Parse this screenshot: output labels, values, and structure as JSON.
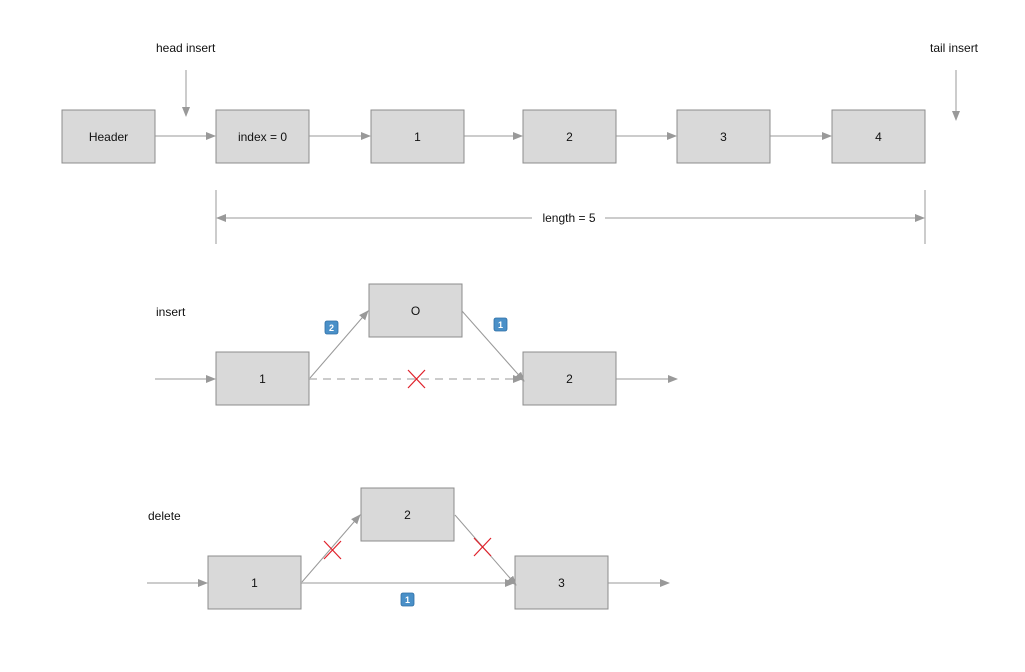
{
  "top": {
    "head_insert_label": "head insert",
    "tail_insert_label": "tail insert",
    "nodes": [
      "Header",
      "index = 0",
      "1",
      "2",
      "3",
      "4"
    ],
    "length_label": "length = 5"
  },
  "insert": {
    "label": "insert",
    "node_prev": "1",
    "node_new": "O",
    "node_next": "2",
    "badge_step_one": "1",
    "badge_step_two": "2"
  },
  "delete": {
    "label": "delete",
    "node_prev": "1",
    "node_removed": "2",
    "node_next": "3",
    "badge_step_one": "1"
  },
  "colors": {
    "node_fill": "#d9d9d9",
    "node_border": "#8c8c8c",
    "arrow": "#999999",
    "cross": "#e0202a",
    "badge": "#4a90c8"
  }
}
